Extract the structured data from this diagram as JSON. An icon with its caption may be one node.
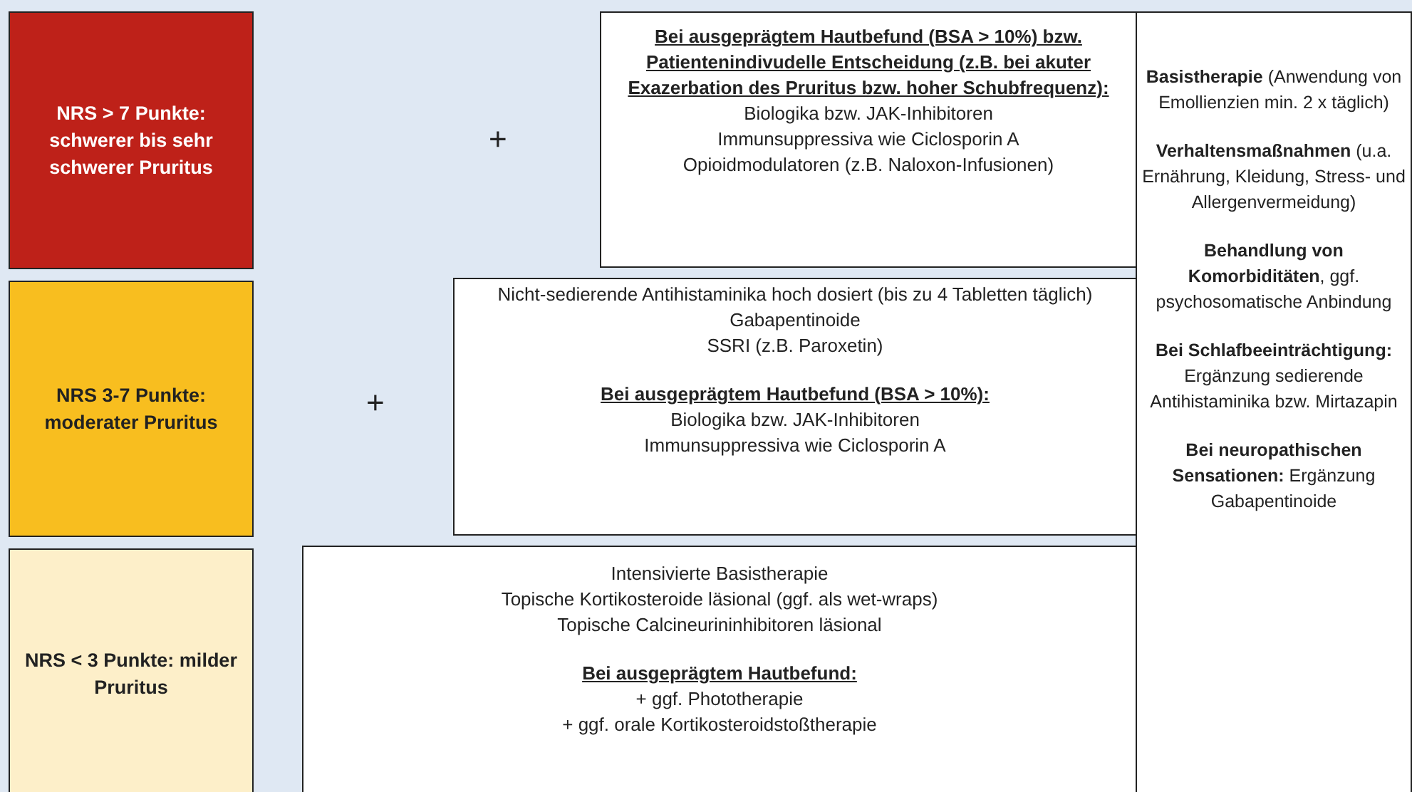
{
  "diagram": {
    "nodes": [
      {
        "text": [
          "NRS > 7 Punkte: schwerer bis sehr schwerer Pruritus"
        ]
      },
      {
        "text": [
          "NRS 3-7 Punkte: moderater Pruritus"
        ]
      },
      {
        "text": [
          "NRS < 3 Punkte: milder Pruritus"
        ]
      },
      {
        "text": [
          "Bei ausgeprägtem Hautbefund (BSA > 10%) bzw. Patientenindivudelle Entscheidung (z.B. bei akuter Exazerbation des Pruritus bzw. hoher Schubfrequenz):",
          "Biologika bzw. JAK-Inhibitoren",
          "Immunsuppressiva wie Ciclosporin A",
          "Opioidmodulatoren (z.B. Naloxon-Infusionen)"
        ]
      },
      {
        "text": [
          "Nicht-sedierende Antihistaminika hoch dosiert (bis zu 4 Tabletten täglich)",
          "Gabapentinoide",
          "SSRI (z.B. Paroxetin)",
          "Bei ausgeprägtem Hautbefund (BSA > 10%):",
          "Biologika bzw. JAK-Inhibitoren",
          "Immunsuppressiva wie Ciclosporin A"
        ]
      },
      {
        "text": [
          "Intensivierte Basistherapie",
          "Topische Kortikosteroide läsional (ggf. als wet-wraps)",
          "Topische Calcineurininhibitoren läsional",
          "Bei ausgeprägtem Hautbefund:",
          "+ ggf. Phototherapie",
          "+ ggf. orale Kortikosteroidstoßtherapie"
        ]
      },
      {
        "text": [
          "**Basistherapie** (Anwendung von Emollienzien min. 2 x täglich)",
          "**Verhaltensmaßnahmen** (u.a. Ernährung, Kleidung, Stress- und Allergenvermeidung)",
          "**Behandlung von Komorbiditäten**, ggf. psychosomatische Anbindung",
          "**Bei Schlafbeeinträchtigung:** Ergänzung sedierende Antihistaminika bzw. Mirtazapin",
          "**Bei neuropathischen Sensationen:** Ergänzung Gabapentinoide"
        ]
      }
    ],
    "labels": [
      "+",
      "+"
    ]
  }
}
